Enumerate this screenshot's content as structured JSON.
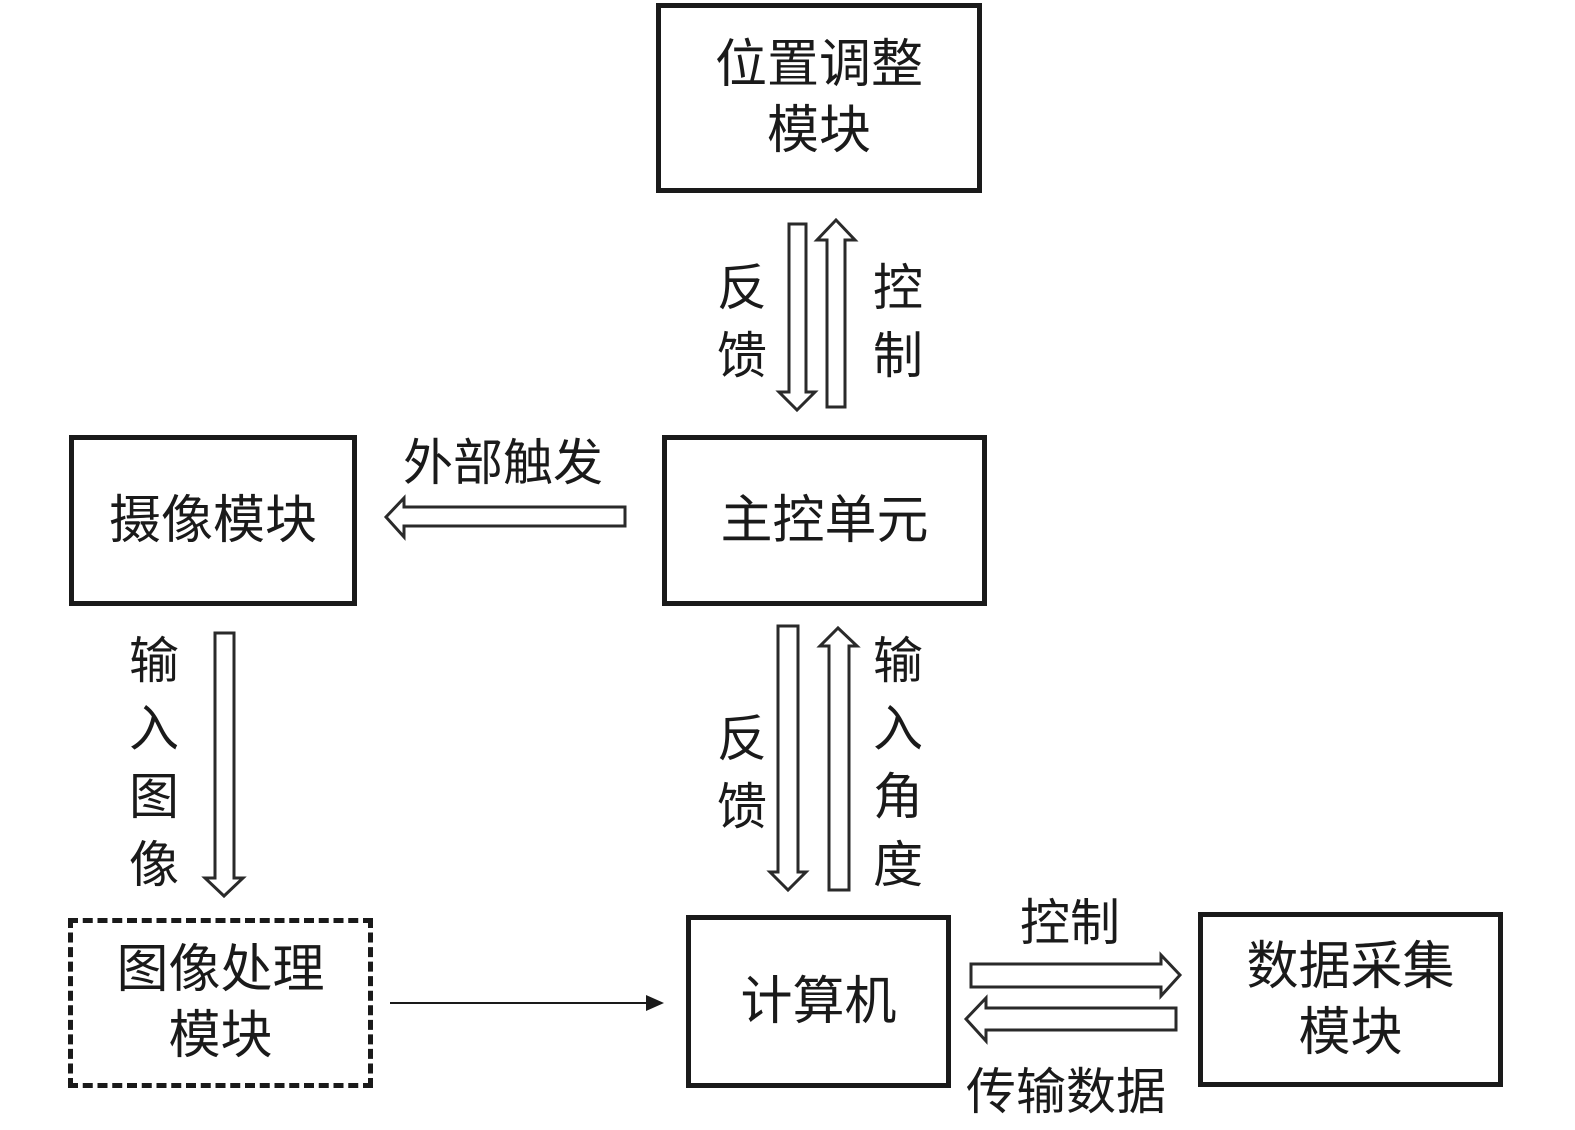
{
  "diagram": {
    "nodes": {
      "position_adjust": {
        "lines": [
          "位置调整",
          "模块"
        ],
        "style": "solid"
      },
      "main_control": {
        "lines": [
          "主控单元"
        ],
        "style": "solid"
      },
      "camera": {
        "lines": [
          "摄像模块"
        ],
        "style": "solid"
      },
      "image_processing": {
        "lines": [
          "图像处理",
          "模块"
        ],
        "style": "dashed"
      },
      "computer": {
        "lines": [
          "计算机"
        ],
        "style": "solid"
      },
      "data_acquisition": {
        "lines": [
          "数据采集",
          "模块"
        ],
        "style": "solid"
      }
    },
    "edges": [
      {
        "from": "main_control",
        "to": "position_adjust",
        "label_chars": [
          "控",
          "制"
        ],
        "type": "hollow-arrow"
      },
      {
        "from": "position_adjust",
        "to": "main_control",
        "label_chars": [
          "反",
          "馈"
        ],
        "type": "hollow-arrow"
      },
      {
        "from": "main_control",
        "to": "camera",
        "label": "外部触发",
        "type": "hollow-arrow"
      },
      {
        "from": "camera",
        "to": "image_processing",
        "label_chars": [
          "输",
          "入",
          "图",
          "像"
        ],
        "type": "hollow-arrow"
      },
      {
        "from": "image_processing",
        "to": "computer",
        "label": "",
        "type": "line-arrow"
      },
      {
        "from": "computer",
        "to": "main_control",
        "label_chars": [
          "输",
          "入",
          "角",
          "度"
        ],
        "type": "hollow-arrow"
      },
      {
        "from": "main_control",
        "to": "computer",
        "label_chars": [
          "反",
          "馈"
        ],
        "type": "hollow-arrow"
      },
      {
        "from": "computer",
        "to": "data_acquisition",
        "label": "控制",
        "type": "hollow-arrow"
      },
      {
        "from": "data_acquisition",
        "to": "computer",
        "label": "传输数据",
        "type": "hollow-arrow"
      }
    ]
  }
}
